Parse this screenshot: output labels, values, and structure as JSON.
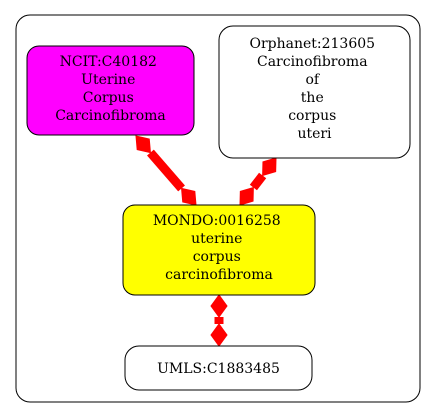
{
  "diagram": {
    "colors": {
      "edge": "#ff0000",
      "cluster_border": "#000000",
      "node_border": "#000000",
      "ncit_fill": "#ff00ff",
      "mondo_fill": "#ffff00",
      "orphanet_fill": "#ffffff",
      "umls_fill": "#ffffff"
    },
    "nodes": {
      "ncit": {
        "lines": [
          "NCIT:C40182",
          "Uterine",
          "Corpus",
          "Carcinofibroma"
        ]
      },
      "orphanet": {
        "lines": [
          "Orphanet:213605",
          "Carcinofibroma",
          "of",
          "the",
          "corpus",
          "uteri"
        ]
      },
      "mondo": {
        "lines": [
          "MONDO:0016258",
          "uterine",
          "corpus",
          "carcinofibroma"
        ]
      },
      "umls": {
        "lines": [
          "UMLS:C1883485"
        ]
      }
    },
    "edges": [
      {
        "from": "ncit",
        "to": "mondo",
        "style": "bold-diamond-both"
      },
      {
        "from": "orphanet",
        "to": "mondo",
        "style": "bold-diamond-both"
      },
      {
        "from": "mondo",
        "to": "umls",
        "style": "bold-diamond-both"
      }
    ]
  }
}
